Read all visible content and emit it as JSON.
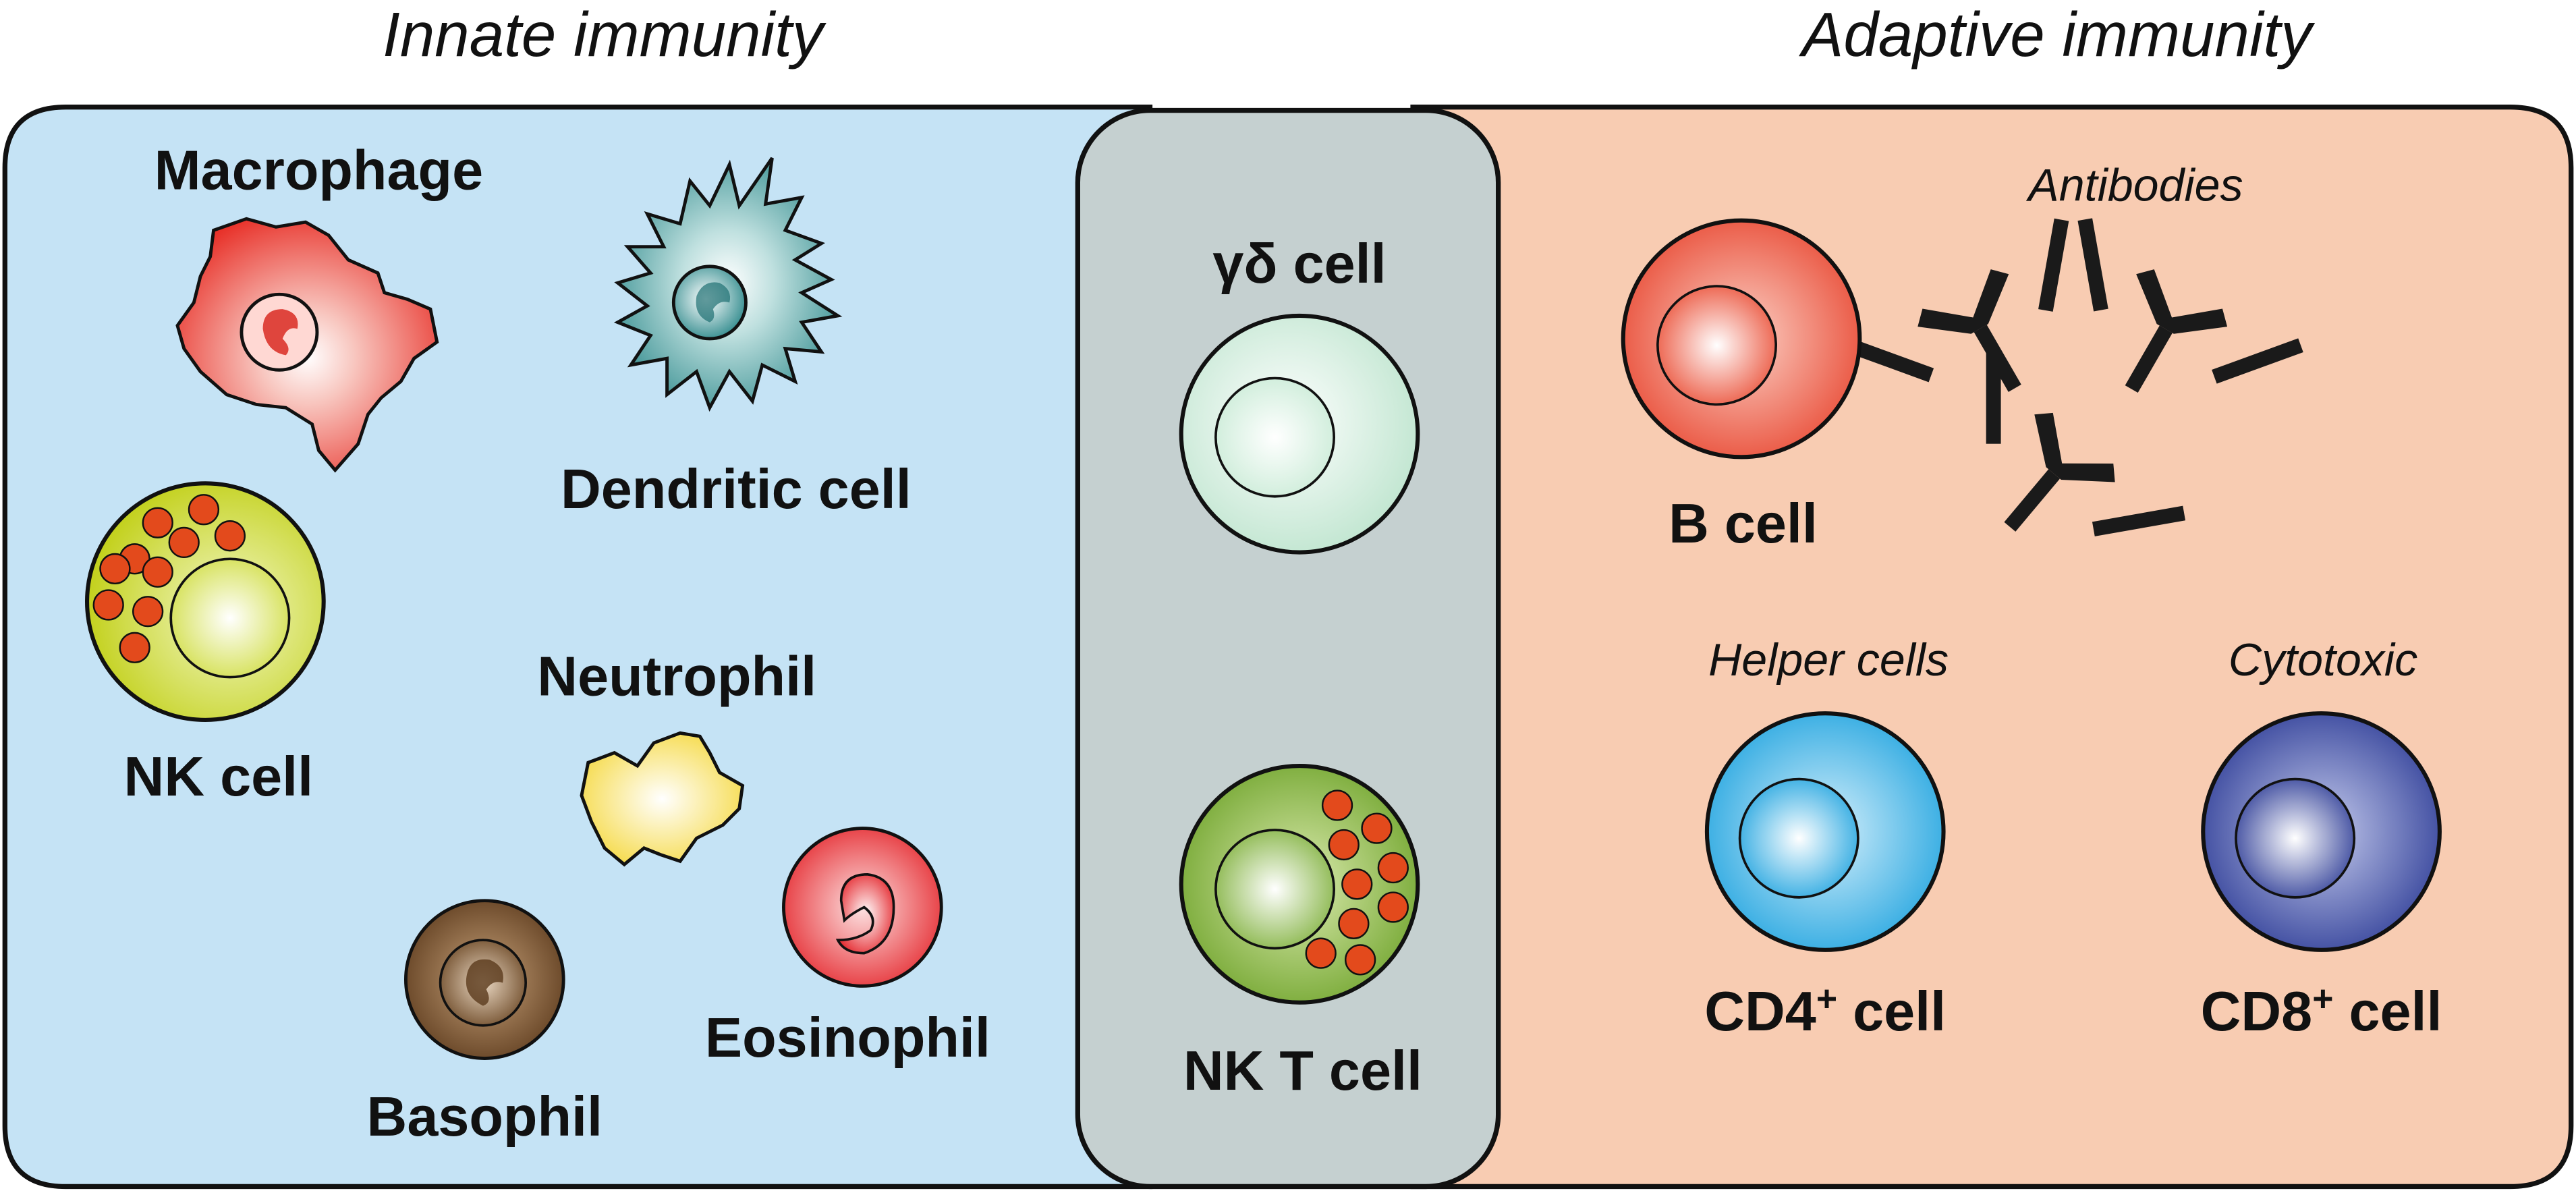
{
  "headings": {
    "innate": "Innate immunity",
    "adaptive": "Adaptive immunity"
  },
  "innate_cells": {
    "macrophage": "Macrophage",
    "dendritic": "Dendritic cell",
    "nk": "NK cell",
    "neutrophil": "Neutrophil",
    "eosinophil": "Eosinophil",
    "basophil": "Basophil"
  },
  "bridge_cells": {
    "gamma_delta": "γδ cell",
    "nkt": "NK T cell"
  },
  "adaptive_cells": {
    "antibodies": "Antibodies",
    "bcell": "B cell",
    "helper": "Helper cells",
    "cytotoxic": "Cytotoxic",
    "cd4_prefix": "CD4",
    "cd8_prefix": "CD8",
    "plus": "+",
    "cell_suffix": " cell"
  },
  "colors": {
    "innate_bg": "#c5e3f5",
    "bridge_bg": "#c5d0d0",
    "adaptive_bg": "#f8ccb2",
    "outline": "#111111"
  }
}
